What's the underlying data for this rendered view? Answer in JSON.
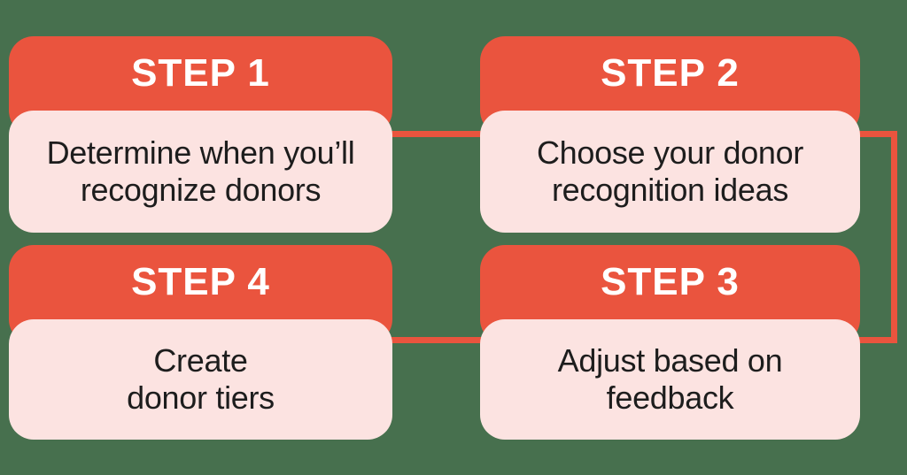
{
  "canvas": {
    "background_color": "#47704E",
    "accent_color": "#EA543E",
    "card_body_color": "#FCE3E1",
    "title_text_color": "#FFFFFF",
    "body_text_color": "#1D1D1D"
  },
  "steps": [
    {
      "title": "STEP 1",
      "description_line1": "Determine when you’ll",
      "description_line2": "recognize donors",
      "position": "top-left"
    },
    {
      "title": "STEP 2",
      "description_line1": "Choose your donor",
      "description_line2": "recognition ideas",
      "position": "top-right"
    },
    {
      "title": "STEP 3",
      "description_line1": "Adjust based on",
      "description_line2": "feedback",
      "position": "bottom-right"
    },
    {
      "title": "STEP 4",
      "description_line1": "Create",
      "description_line2": "donor tiers",
      "position": "bottom-left"
    }
  ],
  "connectors": [
    {
      "from": "STEP 1",
      "to": "STEP 2",
      "shape": "straight"
    },
    {
      "from": "STEP 2",
      "to": "STEP 3",
      "shape": "right-elbow"
    },
    {
      "from": "STEP 3",
      "to": "STEP 4",
      "shape": "straight"
    }
  ]
}
